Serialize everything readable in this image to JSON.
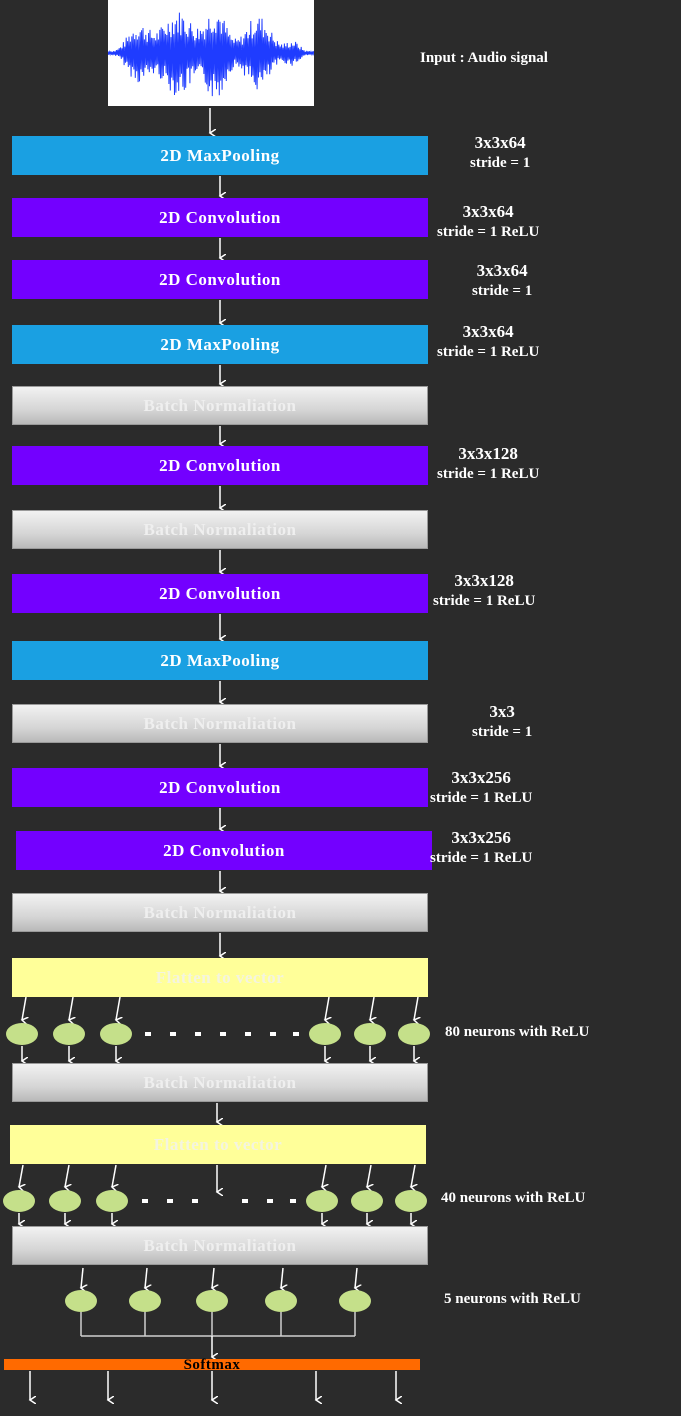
{
  "input": {
    "label": "Input : Audio signal"
  },
  "layers": [
    {
      "label": "2D MaxPooling",
      "kind": "maxpool",
      "note1": "3x3x64",
      "note2": "stride = 1"
    },
    {
      "label": "2D Convolution",
      "kind": "conv",
      "note1": "3x3x64",
      "note2": "stride = 1  ReLU"
    },
    {
      "label": "2D Convolution",
      "kind": "conv",
      "note1": "3x3x64",
      "note2": "stride = 1"
    },
    {
      "label": "2D MaxPooling",
      "kind": "maxpool",
      "note1": "3x3x64",
      "note2": "stride = 1  ReLU"
    },
    {
      "label": "Batch Normaliation",
      "kind": "bn"
    },
    {
      "label": "2D Convolution",
      "kind": "conv",
      "note1": "3x3x128",
      "note2": "stride = 1  ReLU"
    },
    {
      "label": "Batch Normaliation",
      "kind": "bn"
    },
    {
      "label": "2D Convolution",
      "kind": "conv",
      "note1": "3x3x128",
      "note2": "stride = 1  ReLU"
    },
    {
      "label": "2D MaxPooling",
      "kind": "maxpool"
    },
    {
      "label": "Batch Normaliation",
      "kind": "bn",
      "note1": "3x3",
      "note2": "stride = 1"
    },
    {
      "label": "2D Convolution",
      "kind": "conv",
      "note1": "3x3x256",
      "note2": "stride = 1  ReLU"
    },
    {
      "label": "2D Convolution",
      "kind": "conv",
      "note1": "3x3x256",
      "note2": "stride = 1  ReLU"
    },
    {
      "label": "Batch Normaliation",
      "kind": "bn"
    },
    {
      "label": "Flatten to vector",
      "kind": "flatten"
    },
    {
      "label": "Batch Normaliation",
      "kind": "bn"
    },
    {
      "label": "Flatten to vector",
      "kind": "flatten"
    },
    {
      "label": "Batch Normaliation",
      "kind": "bn"
    },
    {
      "label": "Softmax",
      "kind": "softmax"
    }
  ],
  "dense": [
    {
      "label": "80 neurons with ReLU"
    },
    {
      "label": "40 neurons with ReLU"
    },
    {
      "label": "5 neurons with ReLU"
    }
  ],
  "colors": {
    "background": "#2b2b2b",
    "maxpool": "#1aa0e2",
    "conv": "#7300ff",
    "flatten": "#ffff99",
    "softmax": "#ff6a00",
    "neuron": "#c5e08a",
    "waveform": "#1f3cff"
  }
}
